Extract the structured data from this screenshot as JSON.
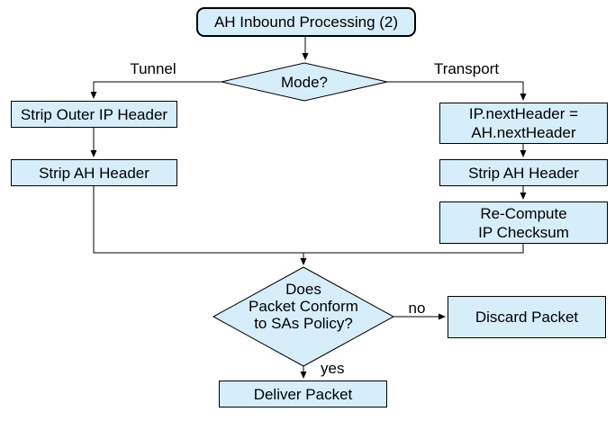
{
  "diagram": {
    "title": "AH Inbound Processing (2)",
    "type": "flowchart",
    "colors": {
      "node_fill": "#d6edfa",
      "node_border": "#000000",
      "connector": "#000000",
      "background": "#ffffff"
    },
    "nodes": {
      "start": {
        "label": "AH Inbound Processing (2)",
        "shape": "rounded-rect"
      },
      "mode_decision": {
        "label": "Mode?",
        "shape": "diamond"
      },
      "strip_outer_ip": {
        "label": "Strip Outer IP Header",
        "shape": "rect"
      },
      "strip_ah_tunnel": {
        "label": "Strip AH Header",
        "shape": "rect"
      },
      "ip_next_header": {
        "label": "IP.nextHeader =\nAH.nextHeader",
        "shape": "rect"
      },
      "strip_ah_transport": {
        "label": "Strip AH Header",
        "shape": "rect"
      },
      "recompute_checksum": {
        "label": "Re-Compute\nIP Checksum",
        "shape": "rect"
      },
      "policy_decision": {
        "label": "Does\nPacket Conform\nto SAs Policy?",
        "shape": "diamond"
      },
      "discard_packet": {
        "label": "Discard Packet",
        "shape": "rect"
      },
      "deliver_packet": {
        "label": "Deliver Packet",
        "shape": "rect"
      }
    },
    "edge_labels": {
      "tunnel": "Tunnel",
      "transport": "Transport",
      "no": "no",
      "yes": "yes"
    },
    "edges": [
      {
        "from": "start",
        "to": "mode_decision",
        "label": ""
      },
      {
        "from": "mode_decision",
        "to": "strip_outer_ip",
        "label": "Tunnel"
      },
      {
        "from": "mode_decision",
        "to": "ip_next_header",
        "label": "Transport"
      },
      {
        "from": "strip_outer_ip",
        "to": "strip_ah_tunnel",
        "label": ""
      },
      {
        "from": "strip_ah_tunnel",
        "to": "policy_decision",
        "label": ""
      },
      {
        "from": "ip_next_header",
        "to": "strip_ah_transport",
        "label": ""
      },
      {
        "from": "strip_ah_transport",
        "to": "recompute_checksum",
        "label": ""
      },
      {
        "from": "recompute_checksum",
        "to": "policy_decision",
        "label": ""
      },
      {
        "from": "policy_decision",
        "to": "discard_packet",
        "label": "no"
      },
      {
        "from": "policy_decision",
        "to": "deliver_packet",
        "label": "yes"
      }
    ]
  }
}
